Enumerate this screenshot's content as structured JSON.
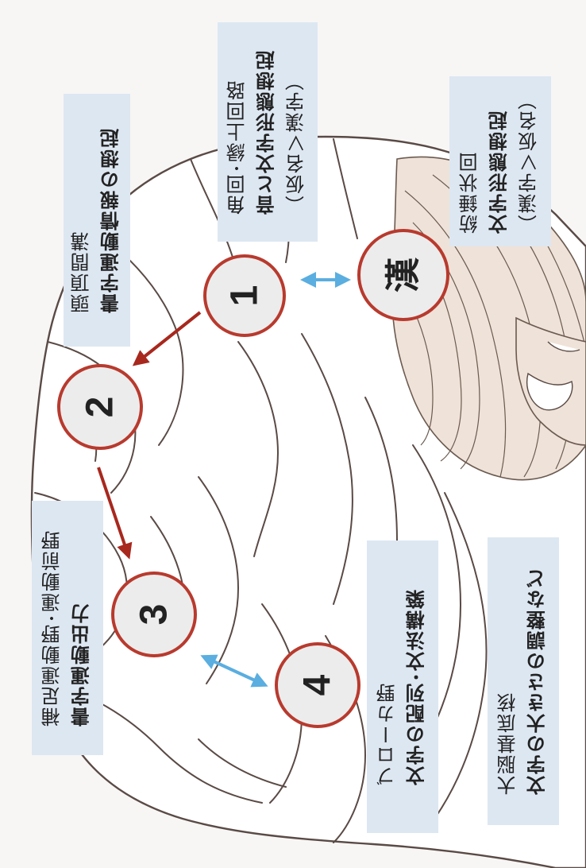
{
  "regions": [
    {
      "id": "parietal",
      "line1": "頭頂間溝",
      "line2": "書字運動情報の想起",
      "line3": ""
    },
    {
      "id": "angular",
      "line1": "角回･縁上回路",
      "line2": "音と文字形態想起",
      "line3": "（仮名＞漢字）"
    },
    {
      "id": "fusiform",
      "line1": "紡錘状回",
      "line2": "文字形態想起",
      "line3": "（漢字＞仮名）"
    },
    {
      "id": "motor",
      "line1": "補足運動野･運動前野",
      "line2": "書字運動出力",
      "line3": ""
    },
    {
      "id": "broca",
      "line1": "ブローカ野",
      "line2": "文字の配列･文法構築",
      "line3": ""
    },
    {
      "id": "basal",
      "line1": "大脳基底核",
      "line2": "文字の大きさの調整など",
      "line3": ""
    }
  ],
  "nodes": [
    {
      "id": "node-1",
      "label": "1"
    },
    {
      "id": "node-2",
      "label": "2"
    },
    {
      "id": "node-3",
      "label": "3"
    },
    {
      "id": "node-4",
      "label": "4"
    },
    {
      "id": "node-kanji",
      "label": "漢"
    }
  ],
  "colors": {
    "box": "#dde7f2",
    "circle_stroke": "#b83a2e",
    "circle_fill": "#ececec",
    "red_arrow": "#a8281e",
    "blue_arrow": "#5aaee0",
    "brain_line": "#5a4a45"
  }
}
